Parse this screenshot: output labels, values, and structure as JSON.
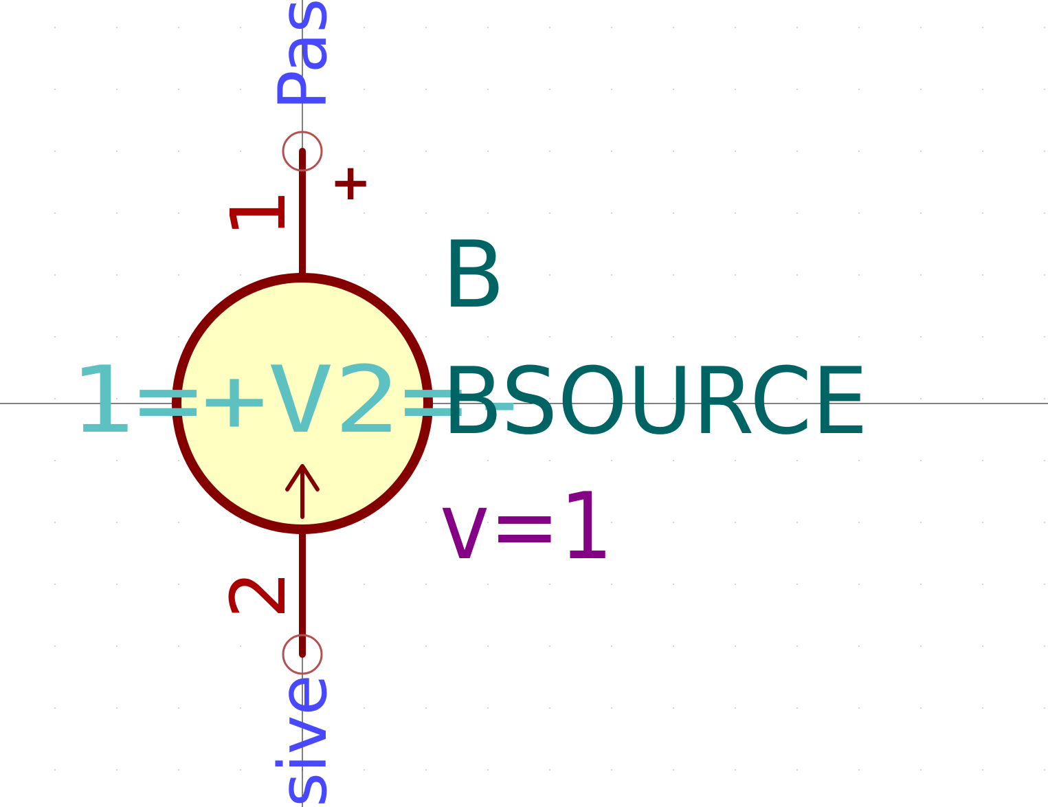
{
  "symbol": {
    "reference": "B",
    "value": "BSOURCE",
    "spice_param": "v=1",
    "sim_pins": "1=+V2=-",
    "pins": [
      {
        "number": "1",
        "polarity": "+",
        "electrical_type_fragment": "Pas"
      },
      {
        "number": "2",
        "electrical_type_fragment": "sive"
      }
    ]
  },
  "colors": {
    "body_outline": "#840000",
    "body_fill": "#ffffc2",
    "pin_line": "#840000",
    "pin_number": "#a90000",
    "pin_type": "#4848ff",
    "reference": "#006464",
    "value": "#006464",
    "spice_param": "#840084",
    "sim_pins": "#5ec1c1",
    "crosshair": "#000000",
    "grid_dot": "#c8c8c8",
    "pin_end_marker": "#b45050"
  },
  "icons": {
    "center_arrow": "arrow-up-icon",
    "pin_end": "pin-end-circle-icon"
  }
}
